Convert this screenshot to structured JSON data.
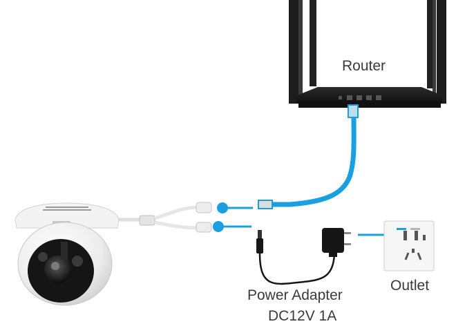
{
  "labels": {
    "router": "Router",
    "adapter_line1": "Power Adapter",
    "adapter_line2": "DC12V 1A",
    "outlet": "Outlet"
  },
  "icons": {
    "router": "router-icon",
    "camera": "dome-camera-icon",
    "adapter": "power-adapter-icon",
    "outlet": "wall-outlet-icon",
    "ethernet_plug": "rj45-plug-icon"
  },
  "colors": {
    "cable": "#1aa0e0",
    "router_body": "#1e1e1e",
    "camera_body": "#f2f2f2",
    "adapter_body": "#161616",
    "outlet_plate": "#f5f5f5",
    "label_text": "#3a3a3a"
  }
}
